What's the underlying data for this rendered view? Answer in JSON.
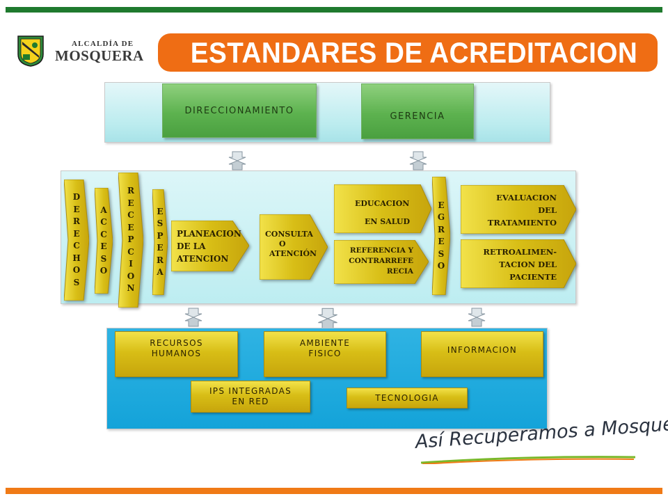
{
  "header": {
    "title": "ESTANDARES DE ACREDITACION",
    "logo_small": "ALCALDÍA DE",
    "logo_big": "MOSQUERA"
  },
  "top_panel": {
    "box1": "DIRECCIONAMIENTO",
    "box2": "GERENCIA"
  },
  "middle_panel": {
    "derechos": [
      "D",
      "E",
      "R",
      "E",
      "C",
      "H",
      "O",
      "S"
    ],
    "acceso": [
      "A",
      "C",
      "C",
      "E",
      "S",
      "O"
    ],
    "recepcion": [
      "R",
      "E",
      "C",
      "E",
      "P",
      "C",
      "I",
      "O",
      "N"
    ],
    "espera": [
      "E",
      "S",
      "P",
      "E",
      "R",
      "A"
    ],
    "planeacion": [
      "PLANEACION",
      "DE LA",
      "ATENCION"
    ],
    "consulta": [
      "CONSULTA",
      "O",
      "ATENCIÓN"
    ],
    "educacion": [
      "EDUCACION",
      "EN SALUD"
    ],
    "referencia": [
      "REFERENCIA Y",
      "CONTRARREFE",
      "RECIA"
    ],
    "egreso": [
      "E",
      "G",
      "R",
      "E",
      "S",
      "O"
    ],
    "evaluacion": [
      "EVALUACION",
      "DEL",
      "TRATAMIENTO"
    ],
    "retroalimentacion": [
      "RETROALIMEN-",
      "TACION DEL",
      "PACIENTE"
    ]
  },
  "bottom_panel": {
    "recursos": [
      "RECURSOS",
      "HUMANOS"
    ],
    "ambiente": [
      "AMBIENTE",
      "FISICO"
    ],
    "informacion": "INFORMACION",
    "ips": [
      "IPS INTEGRADAS",
      "EN RED"
    ],
    "tecnologia": "TECNOLOGIA"
  },
  "slogan": "Así Recuperamos a Mosquera!",
  "colors": {
    "top_bar": "#1f7a2e",
    "bottom_bar": "#f07a16",
    "title_bg": "#ef6d14",
    "green_box": "#5db24f",
    "gold_box": "#d8be16",
    "bottom_panel": "#14a3d9",
    "light_panel": "#bdedf1"
  }
}
